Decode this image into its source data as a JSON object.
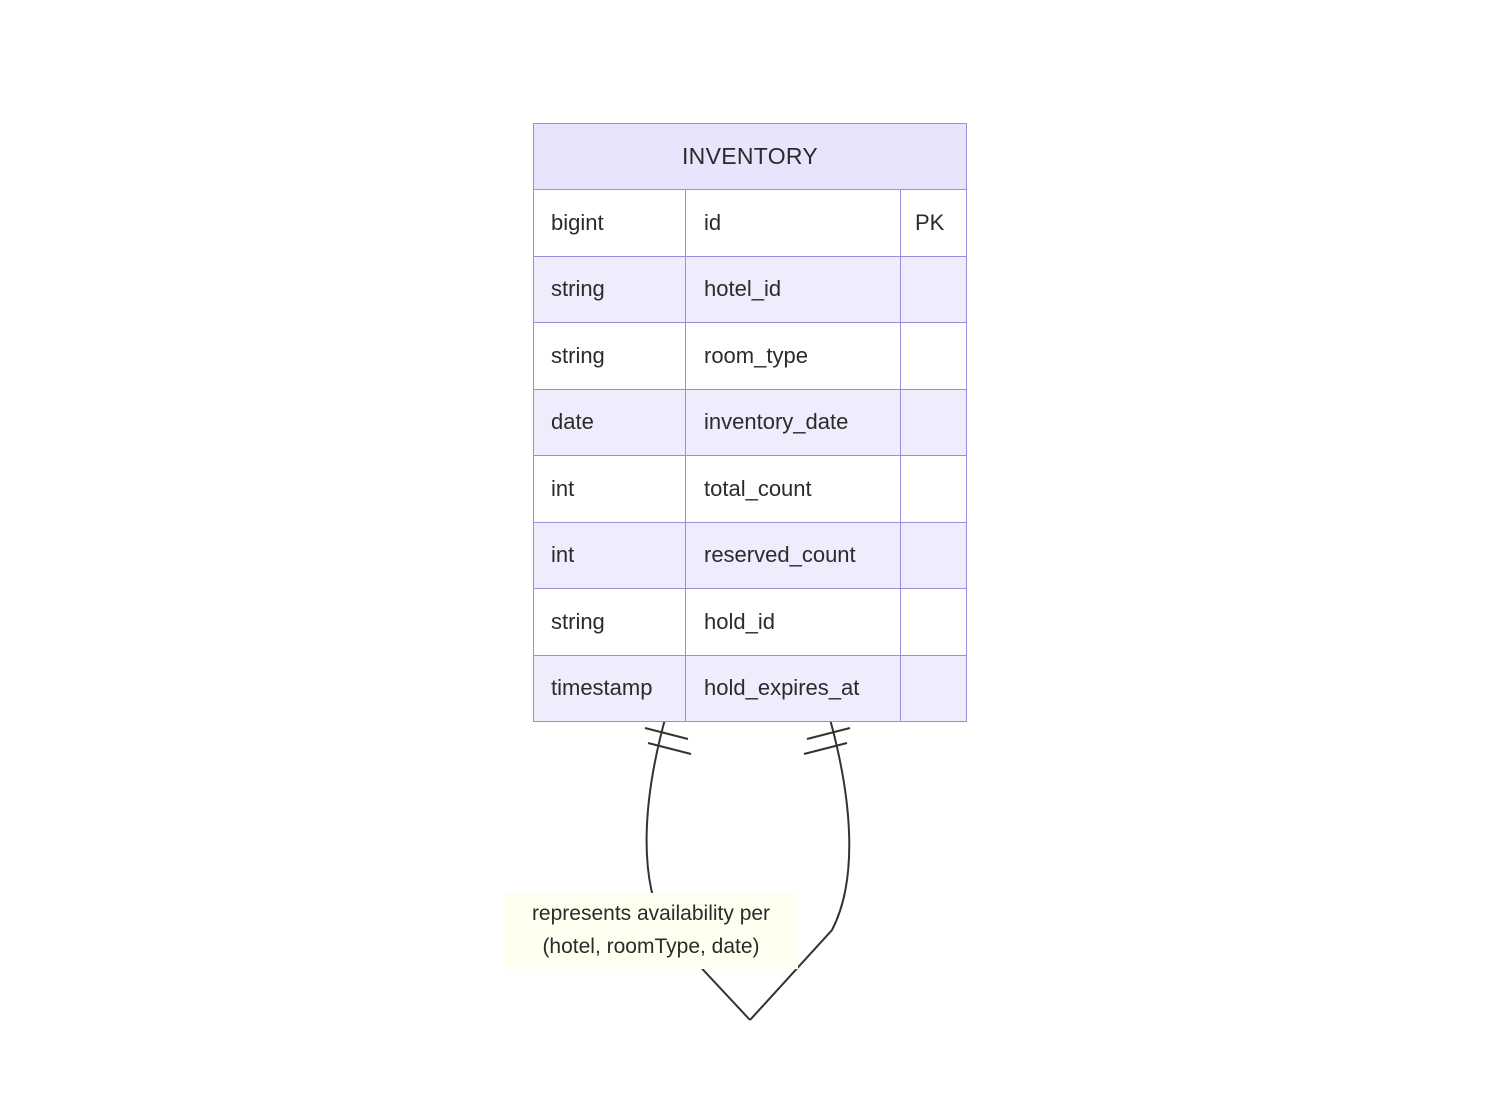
{
  "diagram": {
    "type": "entity-relationship-diagram",
    "background_color": "#ffffff",
    "entity": {
      "name": "INVENTORY",
      "colors": {
        "border": "#9b8ce0",
        "header_fill": "#e8e4fb",
        "row_fill_alt": "#eeecfd",
        "row_fill": "#ffffff",
        "text": "#2b2b2b"
      },
      "attributes": [
        {
          "type": "bigint",
          "name": "id",
          "key": "PK"
        },
        {
          "type": "string",
          "name": "hotel_id",
          "key": ""
        },
        {
          "type": "string",
          "name": "room_type",
          "key": ""
        },
        {
          "type": "date",
          "name": "inventory_date",
          "key": ""
        },
        {
          "type": "int",
          "name": "total_count",
          "key": ""
        },
        {
          "type": "int",
          "name": "reserved_count",
          "key": ""
        },
        {
          "type": "string",
          "name": "hold_id",
          "key": ""
        },
        {
          "type": "timestamp",
          "name": "hold_expires_at",
          "key": ""
        }
      ]
    },
    "relationship": {
      "label_line_1": "represents availability per",
      "label_line_2": "(hotel, roomType, date)",
      "label_background": "#fffff0",
      "line_color": "#333333",
      "left_cardinality": "exactly-one",
      "right_cardinality": "exactly-one"
    }
  }
}
